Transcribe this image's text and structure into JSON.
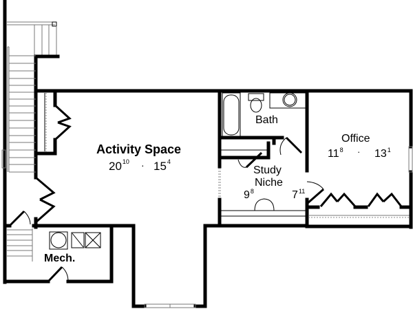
{
  "plan": {
    "type": "floor-plan",
    "rooms": [
      {
        "id": "activity",
        "name": "Activity Space",
        "width_ft": "20",
        "width_in": "10",
        "sep": "·",
        "depth_ft": "15",
        "depth_in": "4"
      },
      {
        "id": "office",
        "name": "Office",
        "width_ft": "11",
        "width_in": "8",
        "sep": "·",
        "depth_ft": "13",
        "depth_in": "1"
      },
      {
        "id": "bath",
        "name": "Bath"
      },
      {
        "id": "study",
        "name_line1": "Study",
        "name_line2": "Niche",
        "width_ft": "9",
        "width_in": "8",
        "depth_ft": "7",
        "depth_in": "11"
      },
      {
        "id": "mech",
        "name": "Mech."
      }
    ]
  }
}
